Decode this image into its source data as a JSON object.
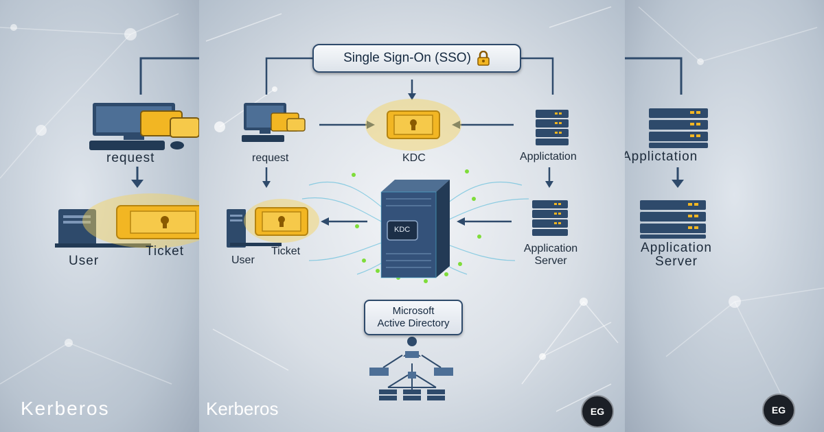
{
  "sso": {
    "label": "Single Sign-On (SSO)",
    "icon": "lock-icon"
  },
  "center": {
    "request": "request",
    "kdc_label": "KDC",
    "kdc_server_label": "KDC",
    "application": "Applictation",
    "user": "User",
    "ticket": "Ticket",
    "application_server_line1": "Application",
    "application_server_line2": "Server",
    "ad_line1": "Microsoft",
    "ad_line2": "Active Directory"
  },
  "left_panel": {
    "request": "request",
    "user": "User",
    "ticket": "Ticket",
    "footer": "Kerberos"
  },
  "right_panel": {
    "application": "Applictation",
    "application_server_line1": "Application",
    "application_server_line2": "Server"
  },
  "footer": {
    "title": "Kerberos",
    "logo_text": "EG"
  },
  "colors": {
    "accent": "#2e4a6b",
    "ticket": "#f2b623",
    "glow": "#f7d35c",
    "network_line": "#4fb8d9"
  }
}
